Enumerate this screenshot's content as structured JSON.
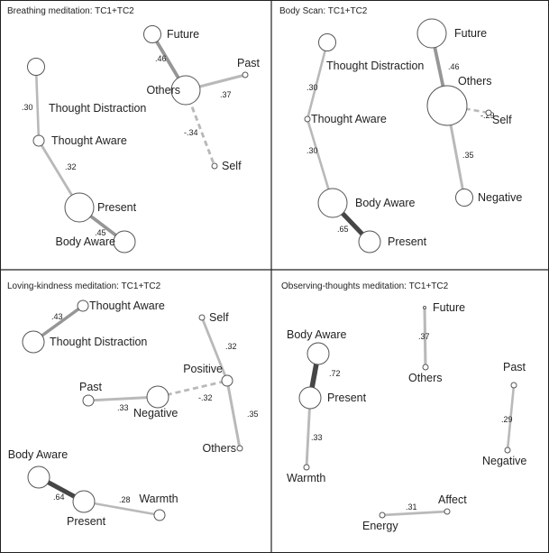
{
  "panels": [
    {
      "title": "Breathing meditation: TC1+TC2",
      "nodes": [
        {
          "id": "thought_distraction",
          "label": "Thought Distraction",
          "size": 3
        },
        {
          "id": "thought_aware",
          "label": "Thought Aware",
          "size": 2
        },
        {
          "id": "present",
          "label": "Present",
          "size": 5
        },
        {
          "id": "body_aware",
          "label": "Body Aware",
          "size": 4
        },
        {
          "id": "future",
          "label": "Future",
          "size": 3
        },
        {
          "id": "others",
          "label": "Others",
          "size": 5
        },
        {
          "id": "past",
          "label": "Past",
          "size": 1
        },
        {
          "id": "self",
          "label": "Self",
          "size": 1
        }
      ],
      "edges": [
        {
          "from": "thought_distraction",
          "to": "thought_aware",
          "label": ".30",
          "value": 0.3
        },
        {
          "from": "thought_aware",
          "to": "present",
          "label": ".32",
          "value": 0.32
        },
        {
          "from": "present",
          "to": "body_aware",
          "label": ".45",
          "value": 0.45
        },
        {
          "from": "future",
          "to": "others",
          "label": ".46",
          "value": 0.46
        },
        {
          "from": "others",
          "to": "past",
          "label": ".37",
          "value": 0.37
        },
        {
          "from": "others",
          "to": "self",
          "label": "-.34",
          "value": -0.34
        }
      ]
    },
    {
      "title": "Body Scan: TC1+TC2",
      "nodes": [
        {
          "id": "thought_distraction",
          "label": "Thought Distraction",
          "size": 3
        },
        {
          "id": "thought_aware",
          "label": "Thought Aware",
          "size": 1
        },
        {
          "id": "body_aware",
          "label": "Body Aware",
          "size": 5
        },
        {
          "id": "present",
          "label": "Present",
          "size": 4
        },
        {
          "id": "future",
          "label": "Future",
          "size": 5
        },
        {
          "id": "others",
          "label": "Others",
          "size": 6
        },
        {
          "id": "self",
          "label": "Self",
          "size": 1
        },
        {
          "id": "negative",
          "label": "Negative",
          "size": 3
        }
      ],
      "edges": [
        {
          "from": "thought_distraction",
          "to": "thought_aware",
          "label": ".30",
          "value": 0.3
        },
        {
          "from": "thought_aware",
          "to": "body_aware",
          "label": ".30",
          "value": 0.3
        },
        {
          "from": "body_aware",
          "to": "present",
          "label": ".65",
          "value": 0.65
        },
        {
          "from": "future",
          "to": "others",
          "label": ".46",
          "value": 0.46
        },
        {
          "from": "others",
          "to": "self",
          "label": "-.29",
          "value": -0.29
        },
        {
          "from": "others",
          "to": "negative",
          "label": ".35",
          "value": 0.35
        }
      ]
    },
    {
      "title": "Loving-kindness meditation: TC1+TC2",
      "nodes": [
        {
          "id": "thought_aware",
          "label": "Thought Aware",
          "size": 2
        },
        {
          "id": "thought_distraction",
          "label": "Thought Distraction",
          "size": 4
        },
        {
          "id": "past",
          "label": "Past",
          "size": 2
        },
        {
          "id": "negative",
          "label": "Negative",
          "size": 4
        },
        {
          "id": "self",
          "label": "Self",
          "size": 1
        },
        {
          "id": "positive",
          "label": "Positive",
          "size": 2
        },
        {
          "id": "others",
          "label": "Others",
          "size": 1
        },
        {
          "id": "body_aware",
          "label": "Body Aware",
          "size": 4
        },
        {
          "id": "present",
          "label": "Present",
          "size": 4
        },
        {
          "id": "warmth",
          "label": "Warmth",
          "size": 2
        }
      ],
      "edges": [
        {
          "from": "thought_aware",
          "to": "thought_distraction",
          "label": ".43",
          "value": 0.43
        },
        {
          "from": "past",
          "to": "negative",
          "label": ".33",
          "value": 0.33
        },
        {
          "from": "negative",
          "to": "positive",
          "label": "-.32",
          "value": -0.32
        },
        {
          "from": "self",
          "to": "positive",
          "label": ".32",
          "value": 0.32
        },
        {
          "from": "positive",
          "to": "others",
          "label": ".35",
          "value": 0.35
        },
        {
          "from": "body_aware",
          "to": "present",
          "label": ".64",
          "value": 0.64
        },
        {
          "from": "present",
          "to": "warmth",
          "label": ".28",
          "value": 0.28
        }
      ]
    },
    {
      "title": "Observing-thoughts meditation: TC1+TC2",
      "nodes": [
        {
          "id": "body_aware",
          "label": "Body Aware",
          "size": 4
        },
        {
          "id": "present",
          "label": "Present",
          "size": 4
        },
        {
          "id": "warmth",
          "label": "Warmth",
          "size": 1
        },
        {
          "id": "future",
          "label": "Future",
          "size": 0
        },
        {
          "id": "others",
          "label": "Others",
          "size": 1
        },
        {
          "id": "past",
          "label": "Past",
          "size": 1
        },
        {
          "id": "negative",
          "label": "Negative",
          "size": 1
        },
        {
          "id": "energy",
          "label": "Energy",
          "size": 1
        },
        {
          "id": "affect",
          "label": "Affect",
          "size": 1
        }
      ],
      "edges": [
        {
          "from": "body_aware",
          "to": "present",
          "label": ".72",
          "value": 0.72
        },
        {
          "from": "present",
          "to": "warmth",
          "label": ".33",
          "value": 0.33
        },
        {
          "from": "future",
          "to": "others",
          "label": ".37",
          "value": 0.37
        },
        {
          "from": "past",
          "to": "negative",
          "label": ".29",
          "value": 0.29
        },
        {
          "from": "energy",
          "to": "affect",
          "label": ".31",
          "value": 0.31
        }
      ]
    }
  ]
}
